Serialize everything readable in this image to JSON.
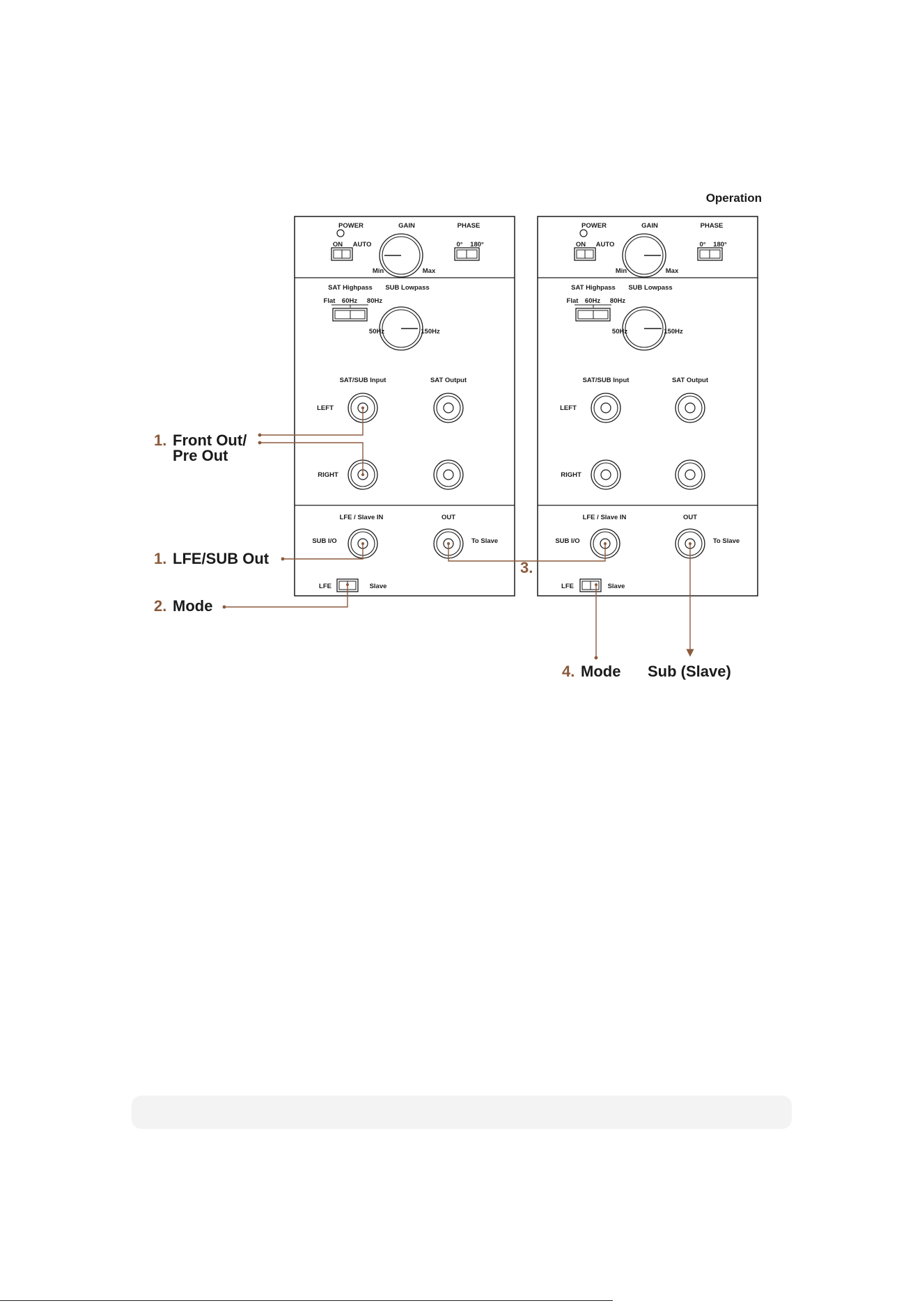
{
  "header": {
    "title": "Operation"
  },
  "panel": {
    "power": "POWER",
    "gain": "GAIN",
    "phase": "PHASE",
    "on": "ON",
    "auto": "AUTO",
    "min": "Min",
    "max": "Max",
    "deg0": "0°",
    "deg180": "180°",
    "sat_highpass": "SAT Highpass",
    "sub_lowpass": "SUB Lowpass",
    "flat": "Flat",
    "hz60": "60Hz",
    "hz80": "80Hz",
    "hz50": "50Hz",
    "hz150": "150Hz",
    "sat_sub_input": "SAT/SUB Input",
    "sat_output": "SAT Output",
    "left": "LEFT",
    "right": "RIGHT",
    "lfe_slave_in": "LFE / Slave IN",
    "out": "OUT",
    "sub_io": "SUB I/O",
    "to_slave": "To Slave",
    "lfe": "LFE",
    "slave": "Slave"
  },
  "callouts": {
    "front_out": {
      "num": "1.",
      "line1": "Front Out/",
      "line2": "Pre Out"
    },
    "lfe_sub_out": {
      "num": "1.",
      "label": "LFE/SUB Out"
    },
    "mode_master": {
      "num": "2.",
      "label": "Mode"
    },
    "step3": {
      "num": "3."
    },
    "mode_slave": {
      "num": "4.",
      "label": "Mode"
    },
    "sub_slave": {
      "label": "Sub (Slave)"
    }
  },
  "colors": {
    "accent": "#8b5a3c",
    "ink": "#1a1a1a",
    "footer_box": "#f3f3f3"
  }
}
